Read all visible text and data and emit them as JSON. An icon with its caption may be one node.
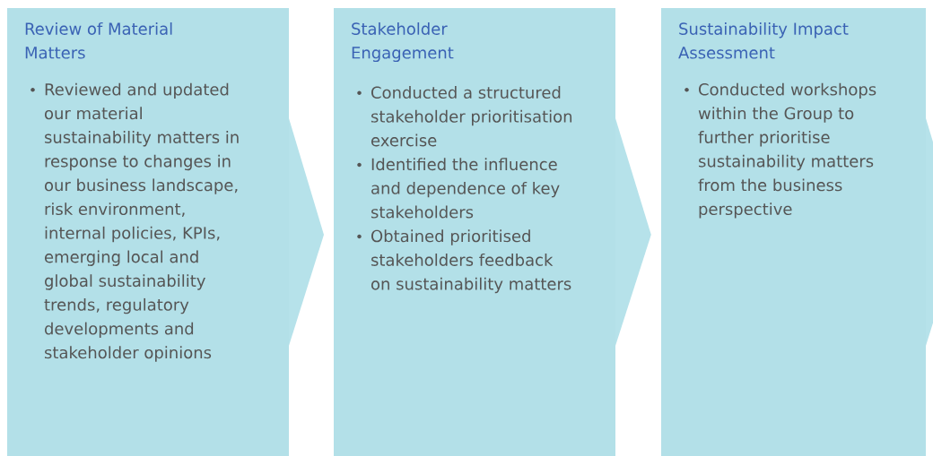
{
  "diagram": {
    "nodes": [
      {
        "text": [
          "Review of Material Matters",
          "Reviewed and updated our material sustainability matters in response to changes in our business landscape, risk environment, internal policies, KPIs, emerging local and global sustainability trends, regulatory developments and stakeholder opinions"
        ]
      },
      {
        "text": [
          "Stakeholder Engagement",
          "Conducted a structured stakeholder prioritisation exercise",
          "Identified the influence and dependence of key stakeholders",
          "Obtained prioritised stakeholders feedback on sustainability matters"
        ]
      },
      {
        "text": [
          "Sustainability Impact Assessment",
          "Conducted workshops within the Group to further prioritise sustainability matters from the business perspective"
        ]
      }
    ],
    "edges": [
      {
        "from": 0,
        "to": 1,
        "arrow": "to"
      },
      {
        "from": 1,
        "to": 2,
        "arrow": "to"
      },
      {
        "from": 2,
        "to": null,
        "arrow": "to"
      }
    ]
  }
}
